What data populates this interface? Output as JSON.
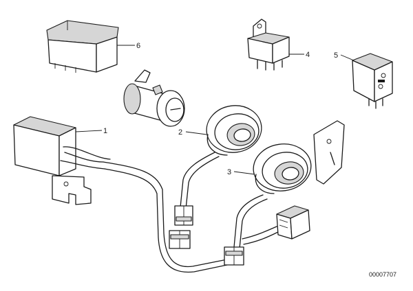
{
  "callouts": [
    {
      "label": "1",
      "part": "control-unit"
    },
    {
      "label": "2",
      "part": "coil-upper"
    },
    {
      "label": "3",
      "part": "coil-lower"
    },
    {
      "label": "4",
      "part": "relay-small"
    },
    {
      "label": "5",
      "part": "relay-square"
    },
    {
      "label": "6",
      "part": "relay-box"
    }
  ],
  "reference_number": "00007707"
}
